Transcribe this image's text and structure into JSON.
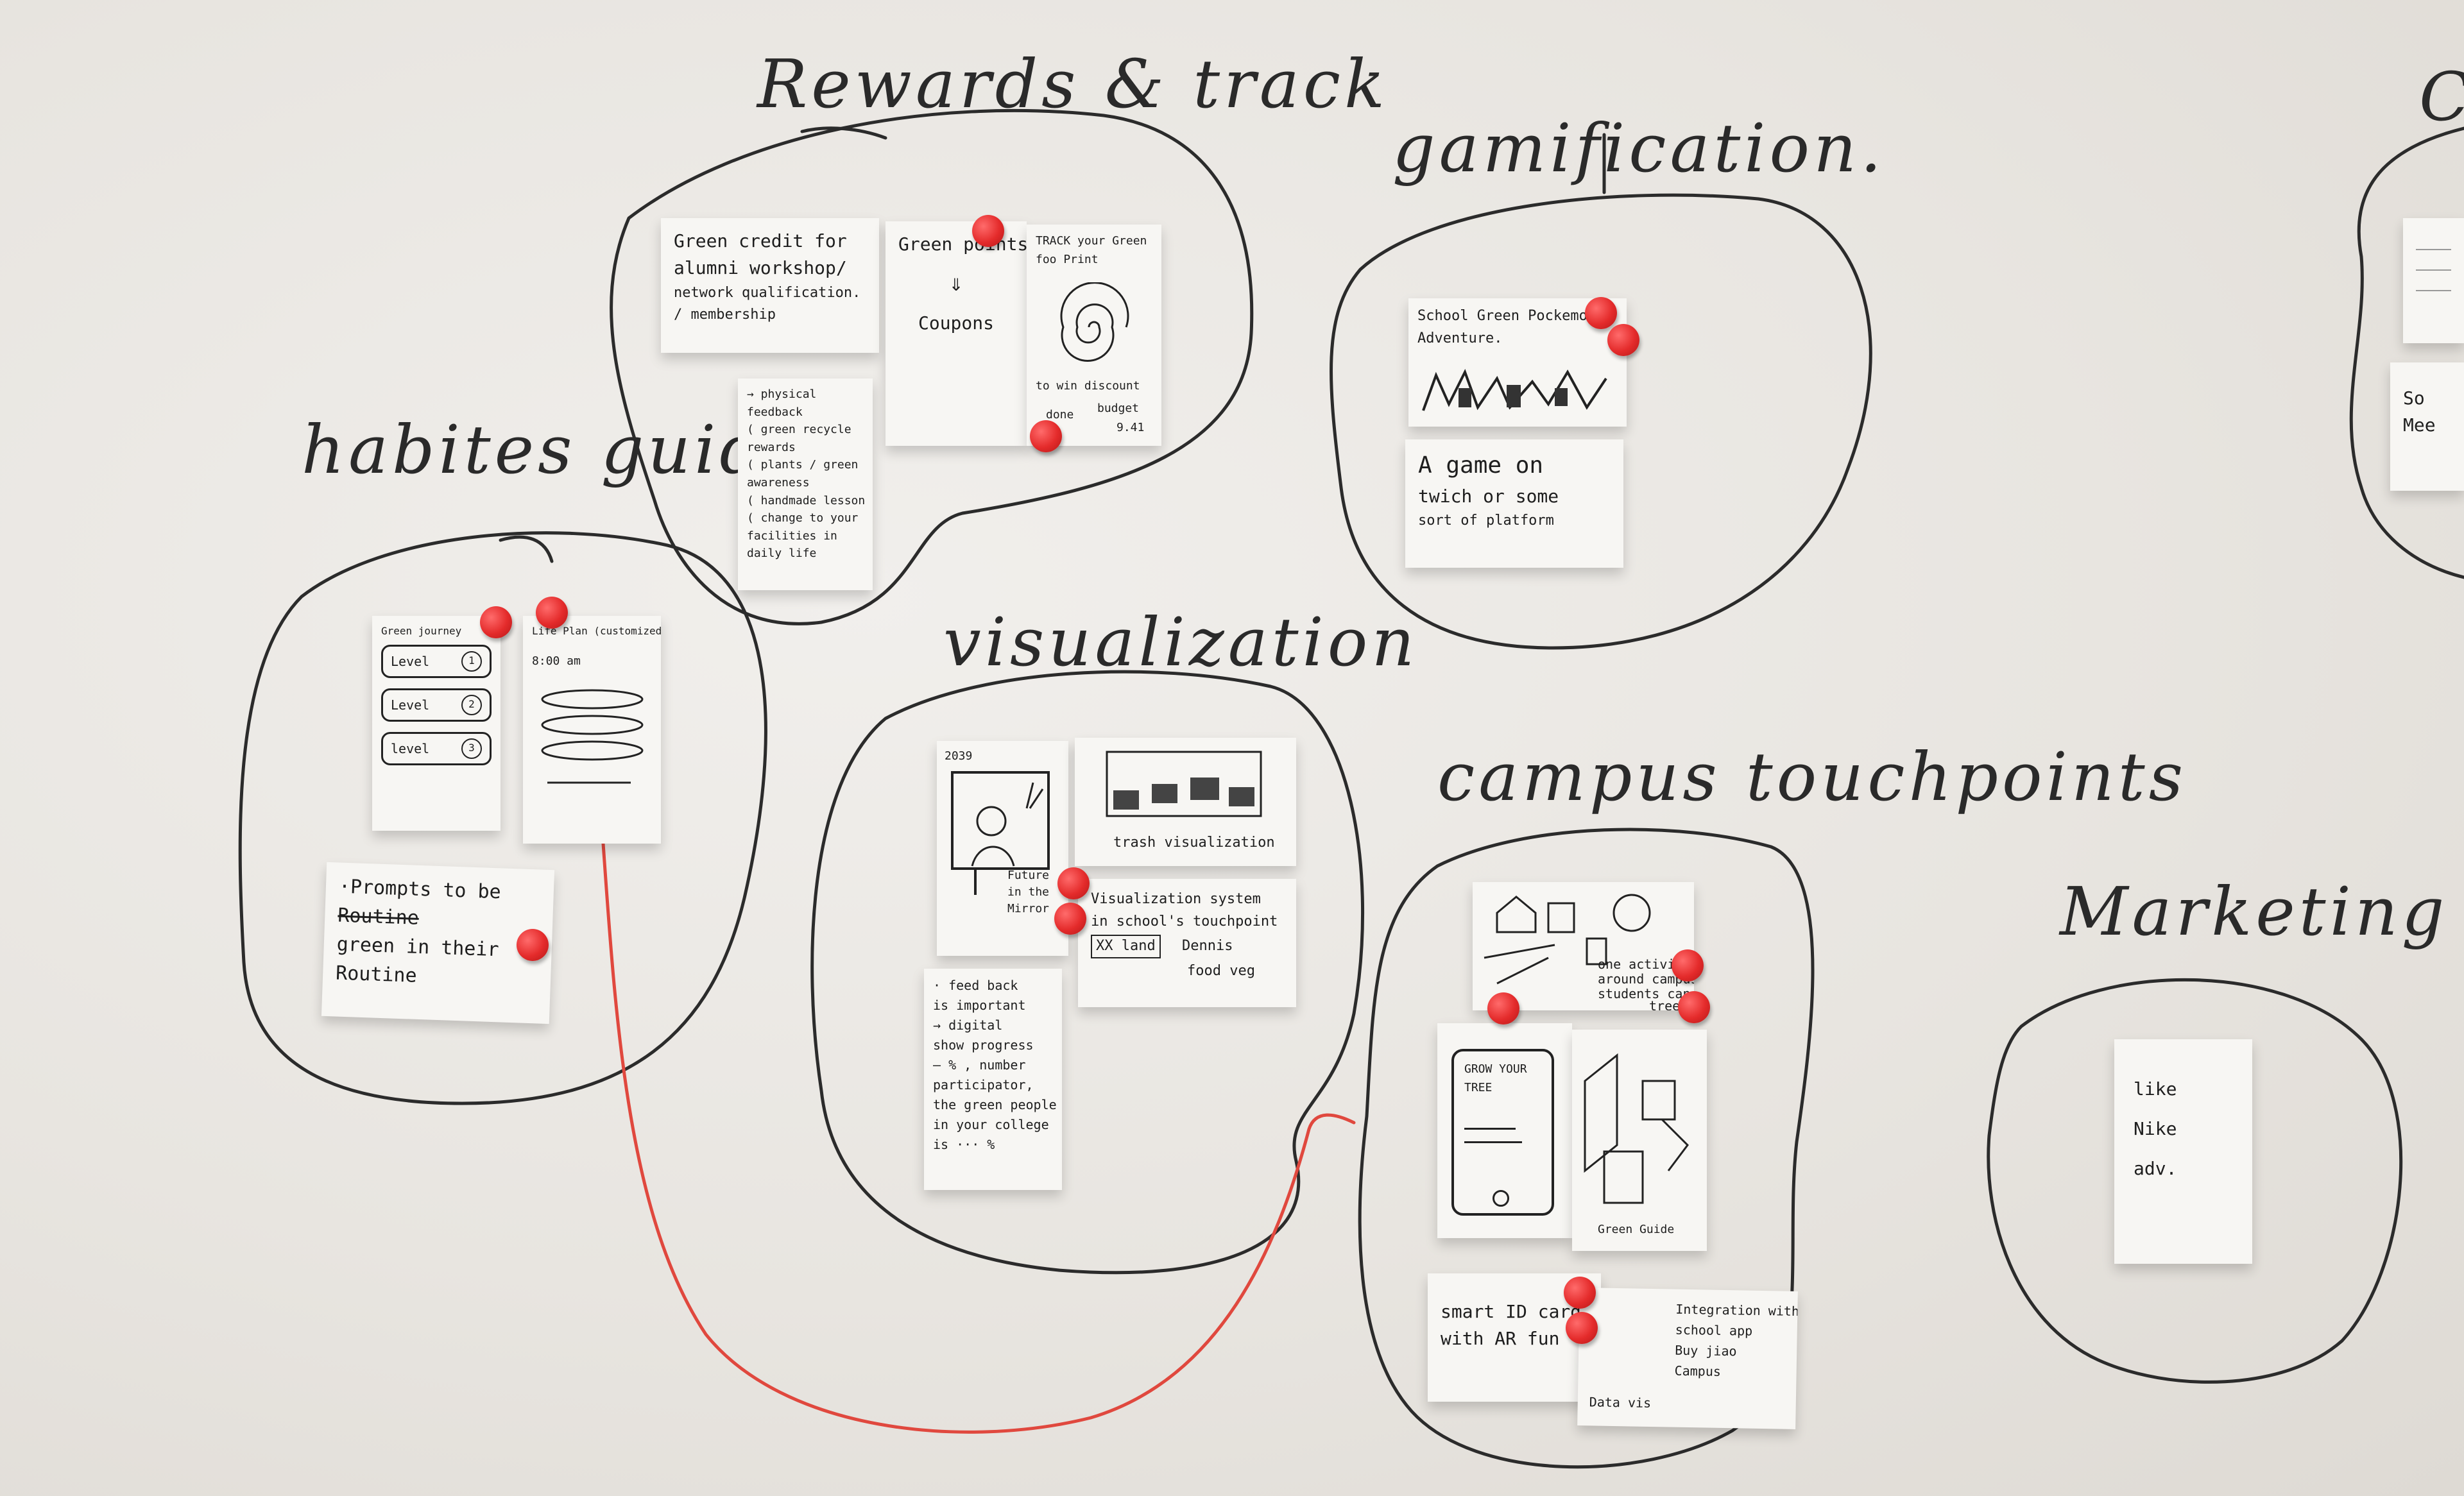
{
  "headings": {
    "rewards": "Rewards & track",
    "gamification": "gamification.",
    "habits": "habites guid",
    "visualization": "visualization",
    "campus": "campus touchpoints",
    "marketing": "Marketing",
    "edge": "C"
  },
  "notes": {
    "green_credit": [
      "Green credit for",
      "alumni workshop/",
      "network qualification.",
      "/ membership"
    ],
    "physical": [
      "→ physical",
      "feedback",
      "( green recycle",
      "rewards",
      "( plants / green",
      "awareness",
      "( handmade lesson",
      "( change to your",
      "facilities in",
      "daily life"
    ],
    "points": [
      "Green points",
      "⇓",
      "Coupons"
    ],
    "track": [
      "TRACK your Green",
      "foo Print",
      "to win discount",
      "done",
      "budget",
      "9.41"
    ],
    "pokemon": [
      "School Green Pockemon g",
      "Adventure."
    ],
    "game": [
      "A game on",
      "twich or some",
      "sort of platform"
    ],
    "green_journey": [
      "Green journey",
      "Level",
      "Level",
      "level"
    ],
    "life_plan": [
      "Life Plan (customized plan)",
      "8:00 am"
    ],
    "prompts": [
      "·Prompts to be",
      "Routine",
      "green in their",
      "Routine"
    ],
    "future": [
      "2039",
      "Future",
      "in the",
      "Mirror"
    ],
    "trash": [
      "trash visualization"
    ],
    "viz_system": [
      "Visualization system",
      "in school's touchpoint",
      "XX land",
      "Dennis",
      "food veg"
    ],
    "feedback": [
      "· feed back",
      "is important",
      "→ digital",
      "show progress",
      "— % , number",
      "participator,",
      "the green people",
      "in your college",
      "is ··· %"
    ],
    "one_activity": [
      "one activity",
      "around campus",
      "students can",
      "tree"
    ],
    "grow_tree": [
      "GROW YOUR",
      "TREE"
    ],
    "green_guide": [
      "Green Guide"
    ],
    "smart_id": [
      "smart ID card",
      "with AR fun"
    ],
    "app_note": [
      "Integration with",
      "school app",
      "Buy jiao",
      "Campus",
      "Data vis"
    ],
    "marketing_note": [
      "like",
      "Nike",
      "adv."
    ],
    "edge_note": [
      "So",
      "Mee"
    ]
  }
}
